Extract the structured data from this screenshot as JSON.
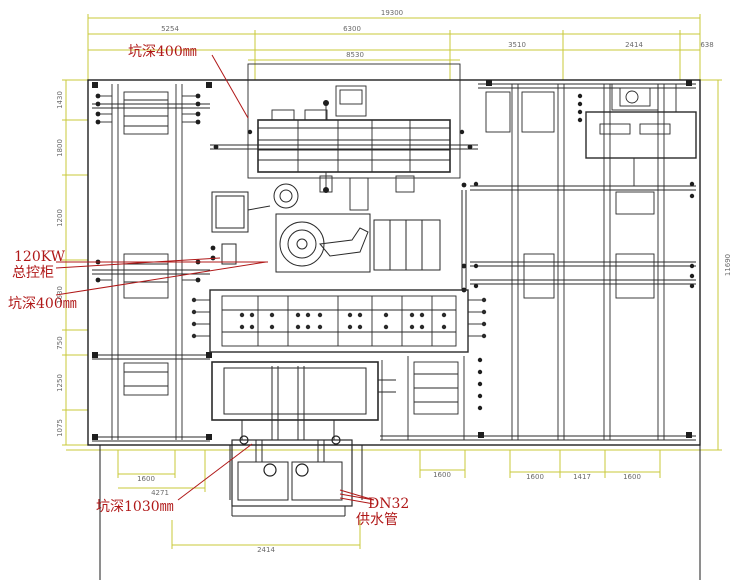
{
  "annotations": {
    "pit_depth_top": "坑深400㎜",
    "control_cabinet_line1": "120KW",
    "control_cabinet_line2": "总控柜",
    "pit_depth_left": "坑深400㎜",
    "pit_depth_bottom": "坑深1030㎜",
    "water_pipe_line1": "DN32",
    "water_pipe_line2": "供水管"
  },
  "dimensions": {
    "overall_width": "19300",
    "top_seg_1": "5254",
    "top_seg_2": "6300",
    "top_seg_3": "3510",
    "top_seg_4": "2414",
    "top_seg_5": "638",
    "inner_top": "8530",
    "overall_height": "11690",
    "left_1": "1430",
    "left_2": "1800",
    "left_3": "1200",
    "left_4": "1630",
    "left_5": "750",
    "left_6": "1250",
    "left_7": "1075",
    "bottom_1": "1600",
    "bottom_2": "4271",
    "bottom_3": "1600",
    "bottom_4": "1600",
    "bottom_5": "1417",
    "bottom_6": "1600",
    "bottom_7": "2414"
  },
  "colors": {
    "wall": "#1e1e1e",
    "dimension": "#c9c93a",
    "leader": "#b01818",
    "text": "#b01818",
    "equipment": "#2a2a2a"
  }
}
